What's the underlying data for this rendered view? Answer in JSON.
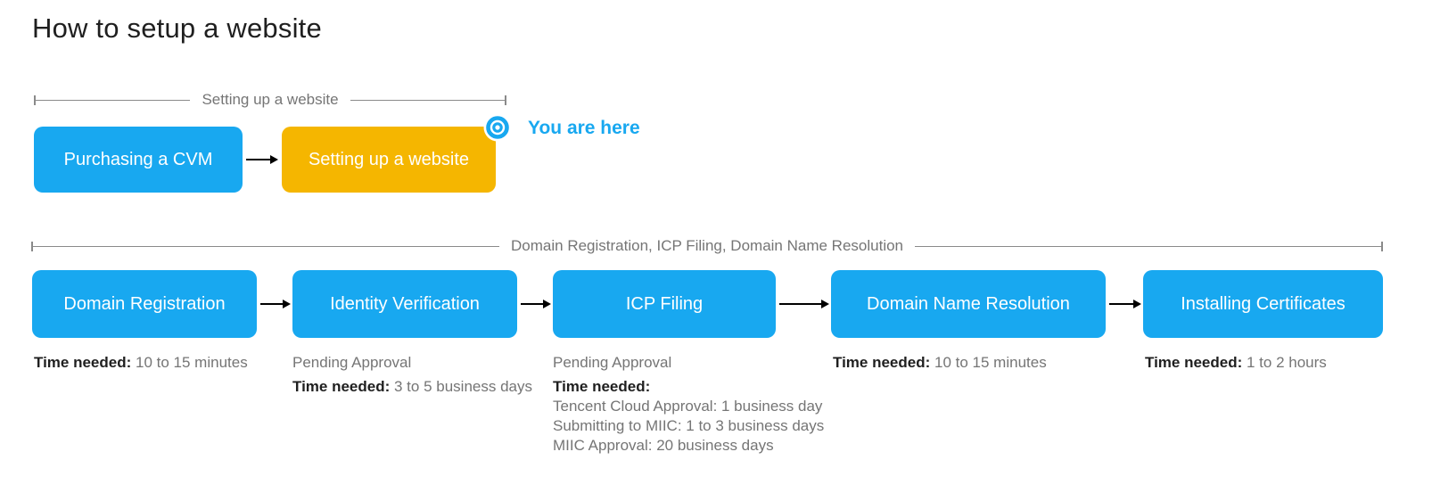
{
  "page": {
    "title": "How to setup a website"
  },
  "colors": {
    "blue": "#18a8f0",
    "yellow": "#f5b600",
    "gray_text": "#757575",
    "dark_text": "#1f1f1f",
    "line_gray": "#8a8a8a",
    "arrow_black": "#000000"
  },
  "section1": {
    "bracket_label": "Setting up a website",
    "marker_label": "You are here",
    "marker_icon": "bullseye-icon",
    "steps": [
      {
        "label": "Purchasing a CVM",
        "color": "blue"
      },
      {
        "label": "Setting up a website",
        "color": "yellow",
        "current": true
      }
    ]
  },
  "section2": {
    "bracket_label": "Domain Registration, ICP Filing, Domain Name Resolution",
    "steps": [
      {
        "label": "Domain Registration",
        "details": [
          {
            "bold": "Time needed:",
            "text": " 10 to 15 minutes"
          }
        ]
      },
      {
        "label": "Identity Verification",
        "details": [
          {
            "bold": "",
            "text": "Pending Approval"
          },
          {
            "bold": "Time needed:",
            "text": " 3 to 5 business days"
          }
        ]
      },
      {
        "label": "ICP Filing",
        "details": [
          {
            "bold": "",
            "text": "Pending Approval"
          },
          {
            "bold": "Time needed:",
            "text": ""
          },
          {
            "bold": "",
            "text": "Tencent Cloud Approval: 1 business day"
          },
          {
            "bold": "",
            "text": "Submitting to MIIC: 1 to 3 business days"
          },
          {
            "bold": "",
            "text": "MIIC Approval: 20 business days"
          }
        ]
      },
      {
        "label": "Domain Name Resolution",
        "details": [
          {
            "bold": "Time needed:",
            "text": " 10 to 15 minutes"
          }
        ]
      },
      {
        "label": "Installing Certificates",
        "details": [
          {
            "bold": "Time needed:",
            "text": " 1 to 2 hours"
          }
        ]
      }
    ]
  }
}
